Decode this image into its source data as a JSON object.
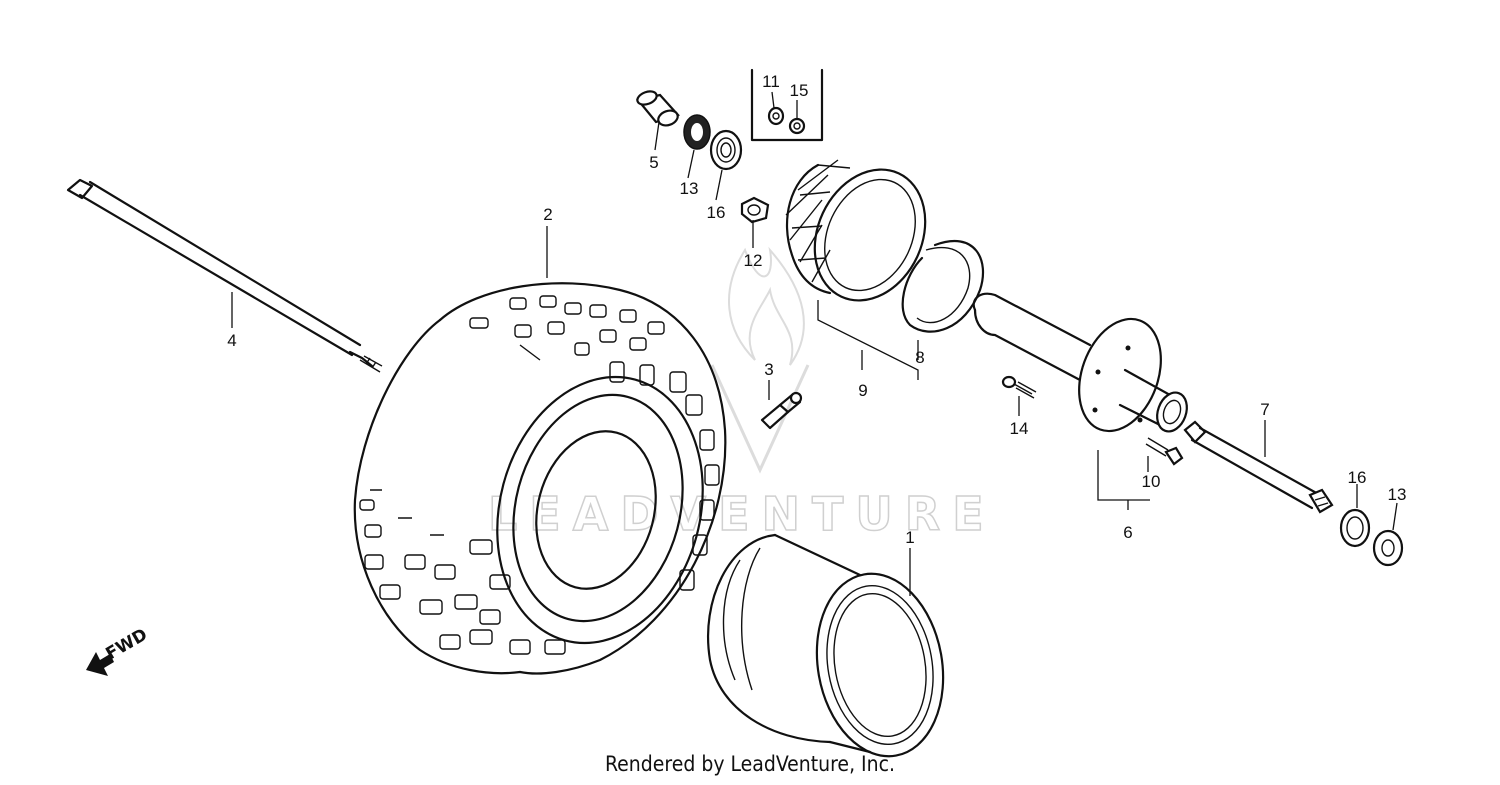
{
  "labels": {
    "p1": "1",
    "p2": "2",
    "p3": "3",
    "p4": "4",
    "p5": "5",
    "p6": "6",
    "p7": "7",
    "p8": "8",
    "p9": "9",
    "p10": "10",
    "p11": "11",
    "p12": "12",
    "p13a": "13",
    "p13b": "13",
    "p14": "14",
    "p15": "15",
    "p16a": "16",
    "p16b": "16"
  },
  "direction_label": "FWD",
  "watermark": "LEADVENTURE",
  "credit": "Rendered by LeadVenture, Inc."
}
